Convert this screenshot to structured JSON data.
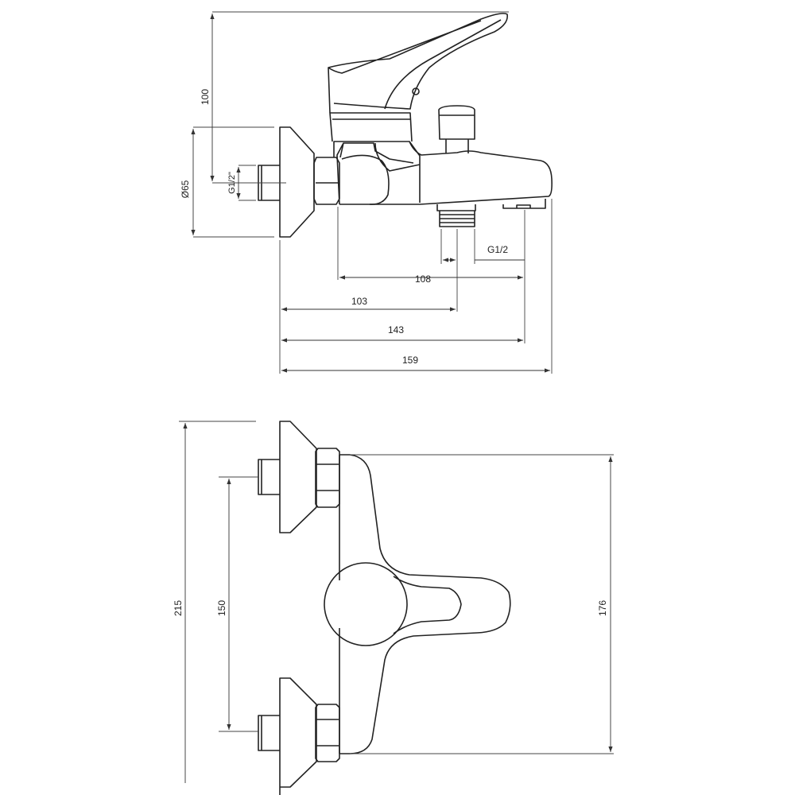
{
  "drawing": {
    "side_view": {
      "dim_height": "100",
      "dim_flange_diameter": "Ø65",
      "dim_inlet_thread": "G1/2\"",
      "dim_outlet_thread": "G1/2",
      "dim_108": "108",
      "dim_103": "103",
      "dim_143": "143",
      "dim_159": "159"
    },
    "top_view": {
      "dim_total": "215",
      "dim_spacing": "150",
      "dim_body": "176"
    }
  }
}
